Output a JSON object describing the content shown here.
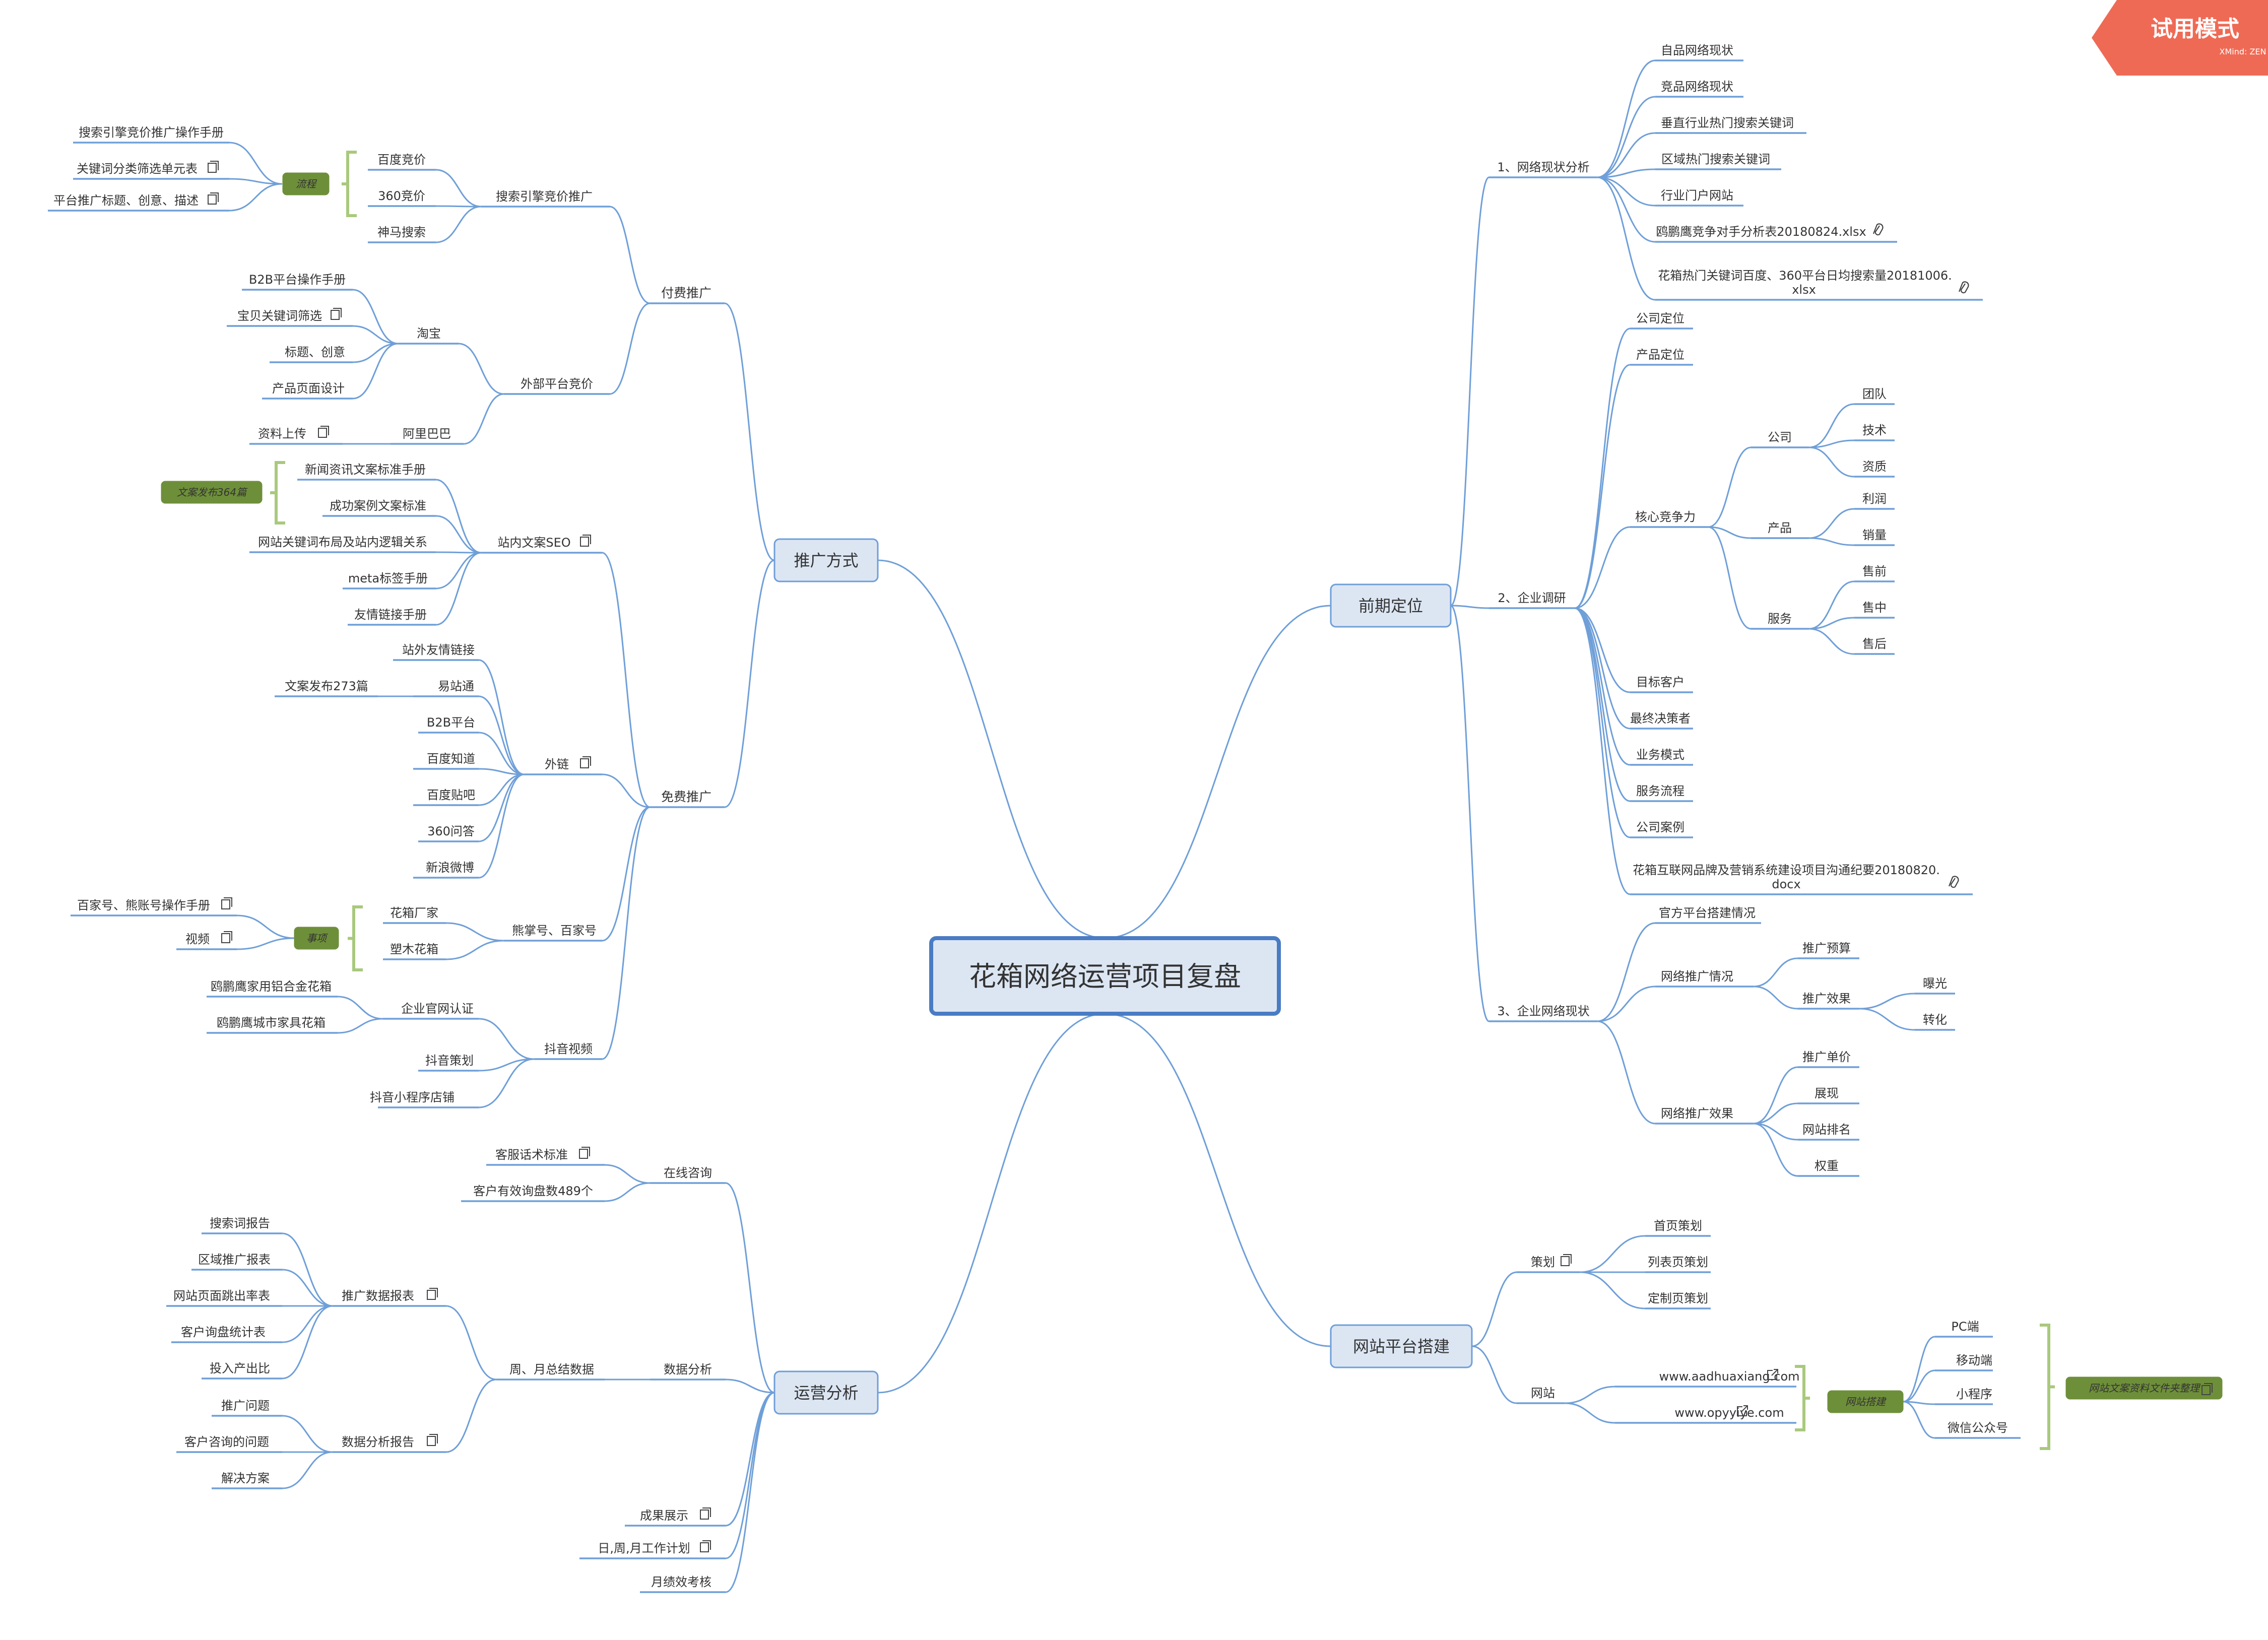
{
  "colors": {
    "line": "#6f9fd8",
    "root_fill": "#dce6f3",
    "root_border": "#4a7cc4",
    "main_fill": "#dce6f3",
    "main_border": "#6f9fd8",
    "note_fill": "#6e8f3a",
    "note_text": "#ffffff",
    "bracket": "#a9c97d",
    "text": "#333333",
    "badge": "#ef6a55"
  },
  "watermark": {
    "title": "试用模式",
    "sub": "XMind: ZEN"
  },
  "root": "花箱网络运营项目复盘",
  "icons": {
    "note": "note-icon",
    "attachment": "paperclip-icon",
    "link": "external-link-icon"
  },
  "tree": [
    {
      "label": "推广方式",
      "children": [
        {
          "label": "付费推广",
          "children": [
            {
              "label": "搜索引擎竞价推广",
              "children": [
                {
                  "label": "百度竞价"
                },
                {
                  "label": "360竞价"
                },
                {
                  "label": "神马搜索"
                }
              ],
              "group": {
                "label": "流程",
                "items": [
                  {
                    "label": "搜索引擎竞价推广操作手册"
                  },
                  {
                    "label": "关键词分类筛选单元表",
                    "icon": "note"
                  },
                  {
                    "label": "平台推广标题、创意、描述",
                    "icon": "note"
                  }
                ]
              }
            },
            {
              "label": "外部平台竞价",
              "children": [
                {
                  "label": "淘宝",
                  "children": [
                    {
                      "label": "B2B平台操作手册"
                    },
                    {
                      "label": "宝贝关键词筛选",
                      "icon": "note"
                    },
                    {
                      "label": "标题、创意"
                    },
                    {
                      "label": "产品页面设计"
                    }
                  ]
                },
                {
                  "label": "阿里巴巴",
                  "children": [
                    {
                      "label": "资料上传",
                      "icon": "note"
                    }
                  ]
                }
              ]
            }
          ]
        },
        {
          "label": "免费推广",
          "children": [
            {
              "label": "站内文案SEO",
              "icon": "note",
              "children": [
                {
                  "label": "新闻资讯文案标准手册"
                },
                {
                  "label": "成功案例文案标准"
                },
                {
                  "label": "网站关键词布局及站内逻辑关系"
                },
                {
                  "label": "meta标签手册"
                },
                {
                  "label": "友情链接手册"
                }
              ],
              "summary": "文案发布364篇"
            },
            {
              "label": "外链",
              "icon": "note",
              "children": [
                {
                  "label": "站外友情链接"
                },
                {
                  "label": "易站通",
                  "children": [
                    {
                      "label": "文案发布273篇"
                    }
                  ]
                },
                {
                  "label": "B2B平台"
                },
                {
                  "label": "百度知道"
                },
                {
                  "label": "百度贴吧"
                },
                {
                  "label": "360问答"
                },
                {
                  "label": "新浪微博"
                }
              ]
            },
            {
              "label": "熊掌号、百家号",
              "children": [
                {
                  "label": "花箱厂家"
                },
                {
                  "label": "塑木花箱"
                }
              ],
              "group": {
                "label": "事项",
                "items": [
                  {
                    "label": "百家号、熊账号操作手册",
                    "icon": "note"
                  },
                  {
                    "label": "视频",
                    "icon": "note"
                  }
                ]
              }
            },
            {
              "label": "抖音视频",
              "children": [
                {
                  "label": "企业官网认证",
                  "children": [
                    {
                      "label": "鸥鹏鹰家用铝合金花箱"
                    },
                    {
                      "label": "鸥鹏鹰城市家具花箱"
                    }
                  ]
                },
                {
                  "label": "抖音策划"
                },
                {
                  "label": "抖音小程序店铺"
                }
              ]
            }
          ]
        }
      ]
    },
    {
      "label": "运营分析",
      "children": [
        {
          "label": "在线咨询",
          "children": [
            {
              "label": "客服话术标准",
              "icon": "note"
            },
            {
              "label": "客户有效询盘数489个"
            }
          ]
        },
        {
          "label": "数据分析",
          "children": [
            {
              "label": "周、月总结数据",
              "children": [
                {
                  "label": "推广数据报表",
                  "icon": "note",
                  "children": [
                    {
                      "label": "搜索词报告"
                    },
                    {
                      "label": "区域推广报表"
                    },
                    {
                      "label": "网站页面跳出率表"
                    },
                    {
                      "label": "客户询盘统计表"
                    },
                    {
                      "label": "投入产出比"
                    }
                  ]
                },
                {
                  "label": "数据分析报告",
                  "icon": "note",
                  "children": [
                    {
                      "label": "推广问题"
                    },
                    {
                      "label": "客户咨询的问题"
                    },
                    {
                      "label": "解决方案"
                    }
                  ]
                }
              ]
            }
          ]
        },
        {
          "label": "成果展示",
          "icon": "note"
        },
        {
          "label": "日,周,月工作计划",
          "icon": "note"
        },
        {
          "label": "月绩效考核"
        }
      ]
    },
    {
      "label": "前期定位",
      "children": [
        {
          "label": "1、网络现状分析",
          "children": [
            {
              "label": "自品网络现状"
            },
            {
              "label": "竞品网络现状"
            },
            {
              "label": "垂直行业热门搜索关键词"
            },
            {
              "label": "区域热门搜索关键词"
            },
            {
              "label": "行业门户网站"
            },
            {
              "label": "鸥鹏鹰竞争对手分析表20180824.xlsx",
              "icon": "attachment"
            },
            {
              "label": "花箱热门关键词百度、360平台日均搜索量20181006.",
              "label2": "xlsx",
              "icon": "attachment"
            }
          ]
        },
        {
          "label": "2、企业调研",
          "children": [
            {
              "label": "公司定位"
            },
            {
              "label": "产品定位"
            },
            {
              "label": "核心竞争力",
              "children": [
                {
                  "label": "公司",
                  "children": [
                    {
                      "label": "团队"
                    },
                    {
                      "label": "技术"
                    },
                    {
                      "label": "资质"
                    }
                  ]
                },
                {
                  "label": "产品",
                  "children": [
                    {
                      "label": "利润"
                    },
                    {
                      "label": "销量"
                    }
                  ]
                },
                {
                  "label": "服务",
                  "children": [
                    {
                      "label": "售前"
                    },
                    {
                      "label": "售中"
                    },
                    {
                      "label": "售后"
                    }
                  ]
                }
              ]
            },
            {
              "label": "目标客户"
            },
            {
              "label": "最终决策者"
            },
            {
              "label": "业务模式"
            },
            {
              "label": "服务流程"
            },
            {
              "label": "公司案例"
            },
            {
              "label": "花箱互联网品牌及营销系统建设项目沟通纪要20180820.",
              "label2": "docx",
              "icon": "attachment"
            }
          ]
        },
        {
          "label": "3、企业网络现状",
          "children": [
            {
              "label": "官方平台搭建情况"
            },
            {
              "label": "网络推广情况",
              "children": [
                {
                  "label": "推广预算"
                },
                {
                  "label": "推广效果",
                  "children": [
                    {
                      "label": "曝光"
                    },
                    {
                      "label": "转化"
                    }
                  ]
                }
              ]
            },
            {
              "label": "网络推广效果",
              "children": [
                {
                  "label": "推广单价"
                },
                {
                  "label": "展现"
                },
                {
                  "label": "网站排名"
                },
                {
                  "label": "权重"
                }
              ]
            }
          ]
        }
      ]
    },
    {
      "label": "网站平台搭建",
      "children": [
        {
          "label": "策划",
          "icon": "note",
          "children": [
            {
              "label": "首页策划"
            },
            {
              "label": "列表页策划"
            },
            {
              "label": "定制页策划"
            }
          ]
        },
        {
          "label": "网站",
          "children": [
            {
              "label": "www.aadhuaxiang.com",
              "icon": "link"
            },
            {
              "label": "www.opyyiye.com",
              "icon": "link"
            }
          ],
          "group": {
            "label": "网站搭建",
            "items": [
              {
                "label": "PC端"
              },
              {
                "label": "移动端"
              },
              {
                "label": "小程序"
              },
              {
                "label": "微信公众号"
              }
            ],
            "summary": {
              "label": "网站文案资料文件夹整理",
              "icon": "note"
            }
          }
        }
      ]
    }
  ]
}
